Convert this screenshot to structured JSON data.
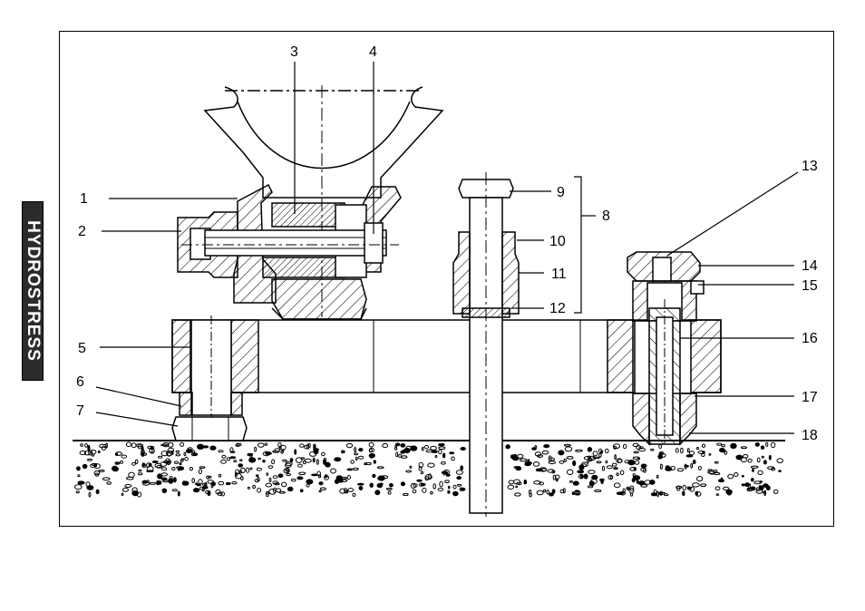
{
  "brand": {
    "side_logo_text": "HYDROSTRESS"
  },
  "callouts": [
    "1",
    "2",
    "3",
    "4",
    "5",
    "6",
    "7",
    "8",
    "9",
    "10",
    "11",
    "12",
    "13",
    "14",
    "15",
    "16",
    "17",
    "18"
  ]
}
